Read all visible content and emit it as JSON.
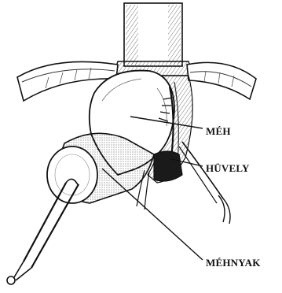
{
  "diagram": {
    "labels": {
      "uterus": "MÉH",
      "vagina": "HÜVELY",
      "cervix": "MÉHNYAK"
    },
    "colors": {
      "line": "#111111",
      "shade": "#555555",
      "dark": "#1a1a1a",
      "background": "#ffffff"
    }
  }
}
